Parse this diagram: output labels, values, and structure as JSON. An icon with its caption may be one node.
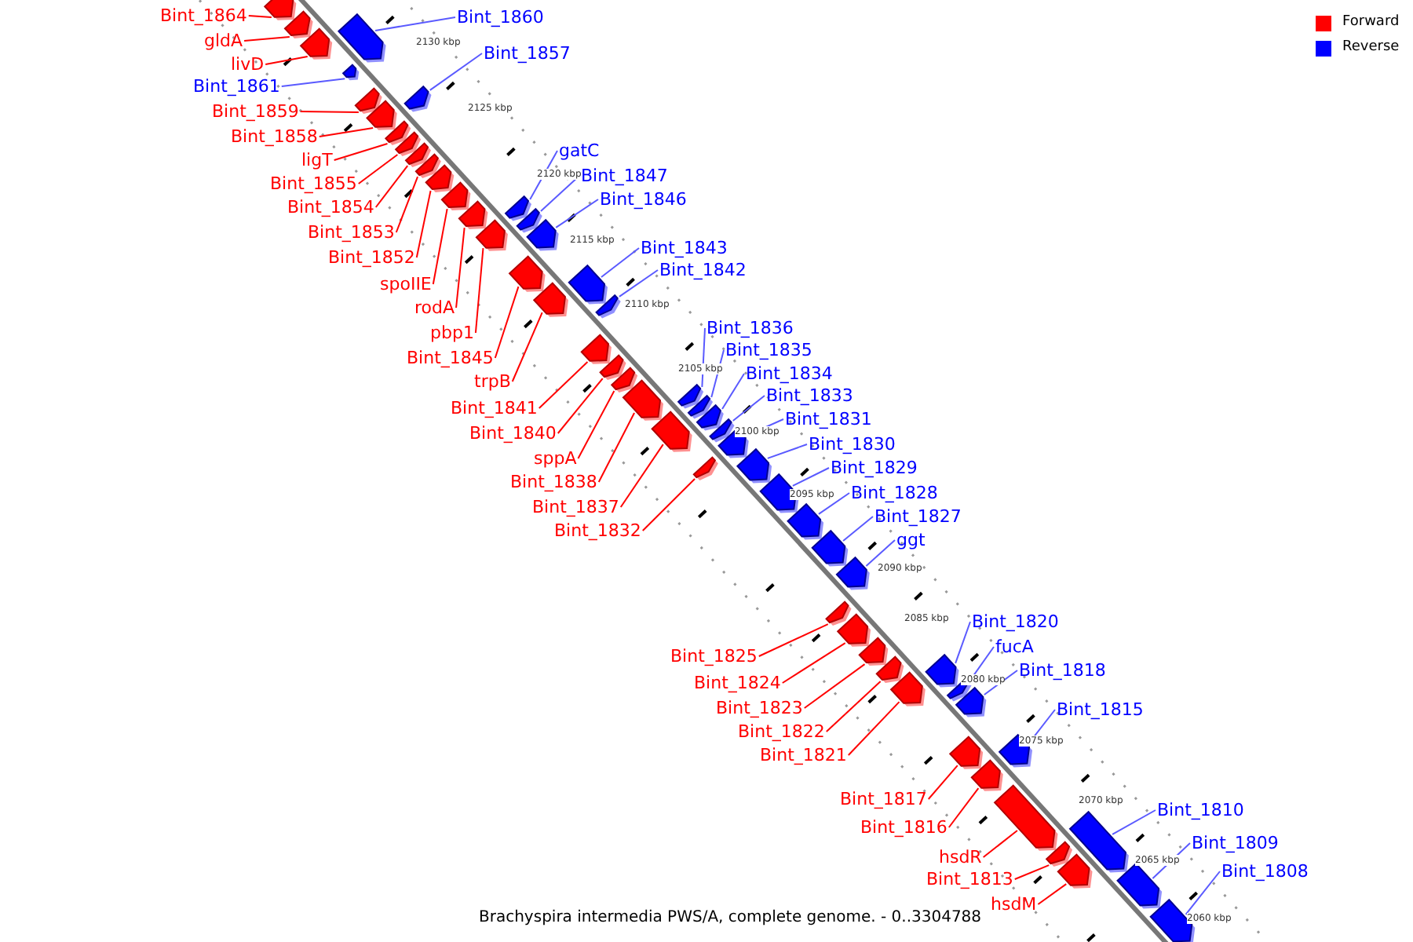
{
  "diagram": {
    "caption": "Brachyspira intermedia PWS/A, complete genome. - 0..3304788",
    "nodes": [
      {
        "text": [
          "Bint_1864"
        ]
      },
      {
        "text": [
          "Bint_1860"
        ]
      },
      {
        "text": [
          "gldA"
        ]
      },
      {
        "text": [
          "Bint_1857"
        ]
      },
      {
        "text": [
          "livD"
        ]
      },
      {
        "text": [
          "Bint_1861"
        ]
      },
      {
        "text": [
          "Bint_1859"
        ]
      },
      {
        "text": [
          "Bint_1858"
        ]
      },
      {
        "text": [
          "gatC"
        ]
      },
      {
        "text": [
          "ligT"
        ]
      },
      {
        "text": [
          "Bint_1847"
        ]
      },
      {
        "text": [
          "Bint_1855"
        ]
      },
      {
        "text": [
          "Bint_1846"
        ]
      },
      {
        "text": [
          "Bint_1854"
        ]
      },
      {
        "text": [
          "Bint_1853"
        ]
      },
      {
        "text": [
          "Bint_1843"
        ]
      },
      {
        "text": [
          "Bint_1852"
        ]
      },
      {
        "text": [
          "Bint_1842"
        ]
      },
      {
        "text": [
          "spoIIE"
        ]
      },
      {
        "text": [
          "rodA"
        ]
      },
      {
        "text": [
          "Bint_1836"
        ]
      },
      {
        "text": [
          "pbp1"
        ]
      },
      {
        "text": [
          "Bint_1835"
        ]
      },
      {
        "text": [
          "Bint_1845"
        ]
      },
      {
        "text": [
          "Bint_1834"
        ]
      },
      {
        "text": [
          "trpB"
        ]
      },
      {
        "text": [
          "Bint_1833"
        ]
      },
      {
        "text": [
          "Bint_1841"
        ]
      },
      {
        "text": [
          "Bint_1831"
        ]
      },
      {
        "text": [
          "Bint_1840"
        ]
      },
      {
        "text": [
          "Bint_1830"
        ]
      },
      {
        "text": [
          "sppA"
        ]
      },
      {
        "text": [
          "Bint_1829"
        ]
      },
      {
        "text": [
          "Bint_1838"
        ]
      },
      {
        "text": [
          "Bint_1828"
        ]
      },
      {
        "text": [
          "Bint_1837"
        ]
      },
      {
        "text": [
          "Bint_1827"
        ]
      },
      {
        "text": [
          "Bint_1832"
        ]
      },
      {
        "text": [
          "ggt"
        ]
      },
      {
        "text": [
          "Bint_1820"
        ]
      },
      {
        "text": [
          "fucA"
        ]
      },
      {
        "text": [
          "Bint_1825"
        ]
      },
      {
        "text": [
          "Bint_1818"
        ]
      },
      {
        "text": [
          "Bint_1824"
        ]
      },
      {
        "text": [
          "Bint_1823"
        ]
      },
      {
        "text": [
          "Bint_1815"
        ]
      },
      {
        "text": [
          "Bint_1822"
        ]
      },
      {
        "text": [
          "Bint_1821"
        ]
      },
      {
        "text": [
          "Bint_1817"
        ]
      },
      {
        "text": [
          "Bint_1810"
        ]
      },
      {
        "text": [
          "Bint_1816"
        ]
      },
      {
        "text": [
          "Bint_1809"
        ]
      },
      {
        "text": [
          "hsdR"
        ]
      },
      {
        "text": [
          "Bint_1808"
        ]
      },
      {
        "text": [
          "Bint_1813"
        ]
      },
      {
        "text": [
          "hsdM"
        ]
      },
      {
        "text": [],
        "shape": "box"
      },
      {
        "text": [],
        "shape": "box"
      },
      {
        "text": [],
        "shape": "box"
      },
      {
        "text": [],
        "shape": "box"
      },
      {
        "text": [],
        "shape": "box"
      },
      {
        "text": [],
        "shape": "box"
      },
      {
        "text": [],
        "shape": "box"
      },
      {
        "text": [],
        "shape": "box"
      },
      {
        "text": [],
        "shape": "box"
      },
      {
        "text": [],
        "shape": "box"
      },
      {
        "text": [],
        "shape": "box"
      },
      {
        "text": [],
        "shape": "box"
      },
      {
        "text": [],
        "shape": "box"
      },
      {
        "text": [],
        "shape": "box"
      },
      {
        "text": [],
        "shape": "box"
      },
      {
        "text": [],
        "shape": "box"
      },
      {
        "text": [],
        "shape": "box"
      },
      {
        "text": [],
        "shape": "box"
      },
      {
        "text": [],
        "shape": "box"
      },
      {
        "text": [],
        "shape": "box"
      },
      {
        "text": [],
        "shape": "box"
      },
      {
        "text": [],
        "shape": "box"
      },
      {
        "text": [],
        "shape": "box"
      },
      {
        "text": [],
        "shape": "box"
      },
      {
        "text": [],
        "shape": "box"
      },
      {
        "text": [],
        "shape": "box"
      },
      {
        "text": [],
        "shape": "box"
      },
      {
        "text": [],
        "shape": "box"
      },
      {
        "text": [],
        "shape": "box"
      },
      {
        "text": [],
        "shape": "box"
      },
      {
        "text": [],
        "shape": "box"
      },
      {
        "text": [],
        "shape": "box"
      },
      {
        "text": [],
        "shape": "box"
      },
      {
        "text": [],
        "shape": "box"
      },
      {
        "text": [],
        "shape": "box"
      },
      {
        "text": [],
        "shape": "box"
      },
      {
        "text": [],
        "shape": "box"
      },
      {
        "text": [],
        "shape": "box"
      },
      {
        "text": [],
        "shape": "box"
      },
      {
        "text": [],
        "shape": "box"
      },
      {
        "text": [],
        "shape": "box"
      },
      {
        "text": [],
        "shape": "box"
      },
      {
        "text": [],
        "shape": "box"
      },
      {
        "text": [],
        "shape": "box"
      },
      {
        "text": [],
        "shape": "box"
      },
      {
        "text": [],
        "shape": "box"
      },
      {
        "text": [],
        "shape": "box"
      },
      {
        "text": [],
        "shape": "box"
      },
      {
        "text": [],
        "shape": "box"
      },
      {
        "text": [],
        "shape": "box"
      },
      {
        "text": [],
        "shape": "box"
      },
      {
        "text": [],
        "shape": "box"
      },
      {
        "text": [],
        "shape": "box"
      },
      {
        "text": [],
        "shape": "box"
      },
      {
        "text": [],
        "shape": "box"
      },
      {
        "text": [],
        "shape": "box"
      }
    ],
    "edges": [
      {
        "from": 0,
        "to": 56,
        "arrow": "none"
      },
      {
        "from": 1,
        "to": 59,
        "arrow": "none",
        "color": "#5a5aff"
      },
      {
        "from": 2,
        "to": 57,
        "arrow": "none"
      },
      {
        "from": 3,
        "to": 62,
        "arrow": "none",
        "color": "#5a5aff"
      },
      {
        "from": 4,
        "to": 58,
        "arrow": "none"
      },
      {
        "from": 5,
        "to": 111,
        "arrow": "none",
        "color": "#5a5aff"
      },
      {
        "from": 6,
        "to": 60,
        "arrow": "none"
      },
      {
        "from": 7,
        "to": 61,
        "arrow": "none"
      },
      {
        "from": 8,
        "to": 71,
        "arrow": "none",
        "color": "#5a5aff"
      },
      {
        "from": 9,
        "to": 63,
        "arrow": "none"
      },
      {
        "from": 10,
        "to": 72,
        "arrow": "none",
        "color": "#5a5aff"
      },
      {
        "from": 11,
        "to": 64,
        "arrow": "none"
      },
      {
        "from": 12,
        "to": 73,
        "arrow": "none",
        "color": "#5a5aff"
      },
      {
        "from": 13,
        "to": 65,
        "arrow": "none"
      },
      {
        "from": 14,
        "to": 66,
        "arrow": "none"
      },
      {
        "from": 15,
        "to": 76,
        "arrow": "none",
        "color": "#5a5aff"
      },
      {
        "from": 16,
        "to": 67,
        "arrow": "none"
      },
      {
        "from": 17,
        "to": 77,
        "arrow": "none",
        "color": "#5a5aff"
      },
      {
        "from": 18,
        "to": 68,
        "arrow": "none"
      },
      {
        "from": 19,
        "to": 69,
        "arrow": "none"
      },
      {
        "from": 20,
        "to": 82,
        "arrow": "none",
        "color": "#5a5aff"
      },
      {
        "from": 21,
        "to": 70,
        "arrow": "none"
      },
      {
        "from": 22,
        "to": 84,
        "arrow": "none",
        "color": "#5a5aff"
      },
      {
        "from": 23,
        "to": 74,
        "arrow": "none"
      },
      {
        "from": 24,
        "to": 85,
        "arrow": "none",
        "color": "#5a5aff"
      },
      {
        "from": 25,
        "to": 75,
        "arrow": "none"
      },
      {
        "from": 26,
        "to": 86,
        "arrow": "none",
        "color": "#5a5aff"
      },
      {
        "from": 27,
        "to": 78,
        "arrow": "none"
      },
      {
        "from": 28,
        "to": 87,
        "arrow": "none",
        "color": "#5a5aff"
      },
      {
        "from": 29,
        "to": 79,
        "arrow": "none"
      },
      {
        "from": 30,
        "to": 89,
        "arrow": "none",
        "color": "#5a5aff"
      },
      {
        "from": 31,
        "to": 80,
        "arrow": "none"
      },
      {
        "from": 32,
        "to": 90,
        "arrow": "none",
        "color": "#5a5aff"
      },
      {
        "from": 33,
        "to": 81,
        "arrow": "none"
      },
      {
        "from": 34,
        "to": 91,
        "arrow": "none",
        "color": "#5a5aff"
      },
      {
        "from": 35,
        "to": 83,
        "arrow": "none"
      },
      {
        "from": 36,
        "to": 92,
        "arrow": "none",
        "color": "#5a5aff"
      },
      {
        "from": 37,
        "to": 88,
        "arrow": "none"
      },
      {
        "from": 38,
        "to": 93,
        "arrow": "none",
        "color": "#5a5aff"
      },
      {
        "from": 39,
        "to": 99,
        "arrow": "none",
        "color": "#5a5aff"
      },
      {
        "from": 40,
        "to": 100,
        "arrow": "none",
        "color": "#5a5aff"
      },
      {
        "from": 41,
        "to": 94,
        "arrow": "none"
      },
      {
        "from": 42,
        "to": 101,
        "arrow": "none",
        "color": "#5a5aff"
      },
      {
        "from": 43,
        "to": 95,
        "arrow": "none"
      },
      {
        "from": 44,
        "to": 96,
        "arrow": "none"
      },
      {
        "from": 45,
        "to": 104,
        "arrow": "none",
        "color": "#5a5aff"
      },
      {
        "from": 46,
        "to": 97,
        "arrow": "none"
      },
      {
        "from": 47,
        "to": 98,
        "arrow": "none"
      },
      {
        "from": 48,
        "to": 102,
        "arrow": "none"
      },
      {
        "from": 49,
        "to": 106,
        "arrow": "none",
        "color": "#5a5aff"
      },
      {
        "from": 50,
        "to": 103,
        "arrow": "none"
      },
      {
        "from": 51,
        "to": 109,
        "arrow": "none",
        "color": "#5a5aff"
      },
      {
        "from": 52,
        "to": 105,
        "arrow": "none"
      },
      {
        "from": 53,
        "to": 110,
        "arrow": "none",
        "color": "#5a5aff"
      },
      {
        "from": 54,
        "to": 107,
        "arrow": "none"
      },
      {
        "from": 55,
        "to": 108,
        "arrow": "none"
      }
    ],
    "labels": [
      "2130 kbp",
      "2125 kbp",
      "2120 kbp",
      "2115 kbp",
      "2110 kbp",
      "2105 kbp",
      "2100 kbp",
      "2095 kbp",
      "2090 kbp",
      "2085 kbp",
      "2080 kbp",
      "2075 kbp",
      "2070 kbp",
      "2065 kbp",
      "2060 kbp"
    ],
    "legend": [
      {
        "text": "Forward",
        "color": "#ff0000"
      },
      {
        "text": "Reverse",
        "color": "#0000ff"
      }
    ]
  }
}
